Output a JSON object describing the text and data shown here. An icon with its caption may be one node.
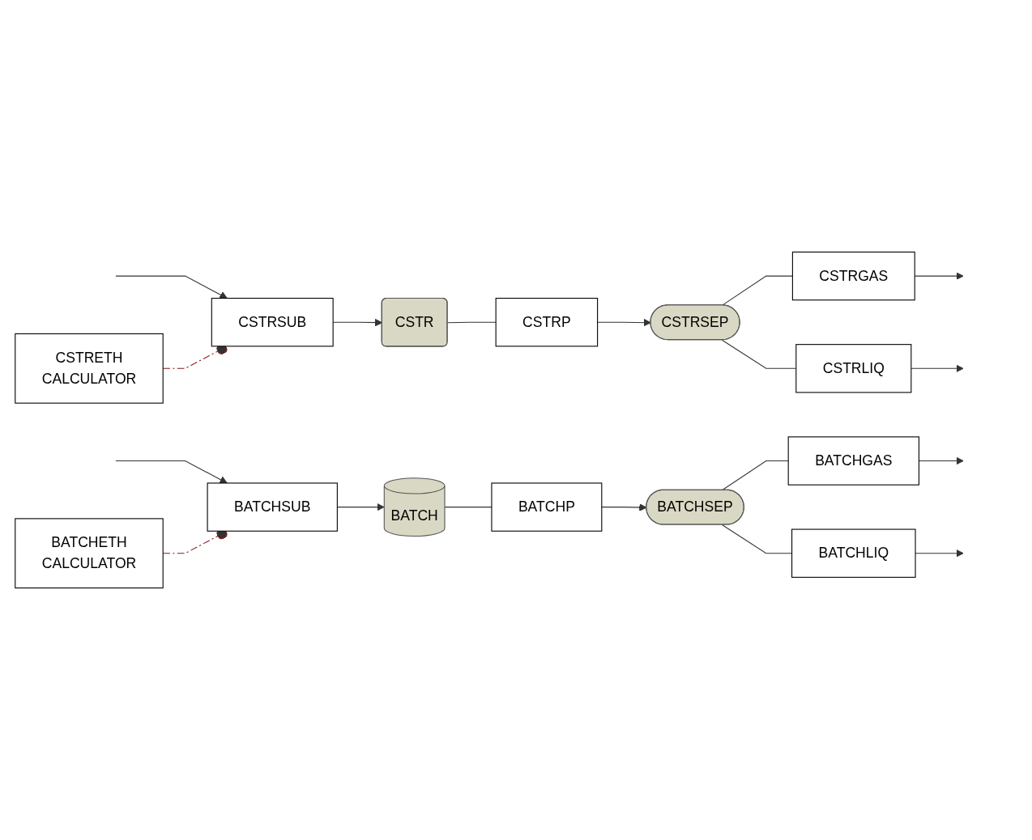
{
  "diagram": {
    "nodes": [
      {
        "text": [
          "CSTRSUB"
        ]
      },
      {
        "text": [
          "CSTR"
        ]
      },
      {
        "text": [
          "CSTRP"
        ]
      },
      {
        "text": [
          "CSTRSEP"
        ]
      },
      {
        "text": [
          "CSTRGAS"
        ]
      },
      {
        "text": [
          "CSTRETH",
          "CALCULATOR"
        ]
      },
      {
        "text": [
          "CSTRLIQ"
        ]
      },
      {
        "text": [
          "BATCHSUB"
        ]
      },
      {
        "text": [
          "BATCH"
        ]
      },
      {
        "text": [
          "BATCHETH",
          "CALCULATOR"
        ]
      },
      {
        "text": [
          "BATCHGAS"
        ]
      },
      {
        "text": [
          "BATCHP"
        ]
      },
      {
        "text": [
          "BATCHSEP"
        ]
      },
      {
        "text": [
          "BATCHLIQ"
        ]
      }
    ],
    "edges": [
      {
        "from": null,
        "to": 0,
        "arrow": "to"
      },
      {
        "from": 0,
        "to": 1,
        "arrow": "to"
      },
      {
        "from": 1,
        "to": 2,
        "arrow": "none"
      },
      {
        "from": 2,
        "to": 3,
        "arrow": "to"
      },
      {
        "from": 3,
        "to": 4,
        "arrow": "none"
      },
      {
        "from": 4,
        "to": null,
        "arrow": "to"
      },
      {
        "from": 3,
        "to": 6,
        "arrow": "none"
      },
      {
        "from": 6,
        "to": null,
        "arrow": "to"
      },
      {
        "from": 5,
        "to": 0,
        "arrow": "other",
        "style": "dashed",
        "color": "#8b1a1a"
      },
      {
        "from": null,
        "to": 7,
        "arrow": "to"
      },
      {
        "from": 7,
        "to": 8,
        "arrow": "to"
      },
      {
        "from": 9,
        "to": 7,
        "arrow": "other",
        "style": "dashed",
        "color": "#8b1a1a"
      },
      {
        "from": 8,
        "to": 11,
        "arrow": "none"
      },
      {
        "from": 11,
        "to": 12,
        "arrow": "to"
      },
      {
        "from": 12,
        "to": 10,
        "arrow": "none"
      },
      {
        "from": 10,
        "to": null,
        "arrow": "to"
      },
      {
        "from": 12,
        "to": 13,
        "arrow": "none"
      },
      {
        "from": 13,
        "to": null,
        "arrow": "to"
      }
    ]
  }
}
